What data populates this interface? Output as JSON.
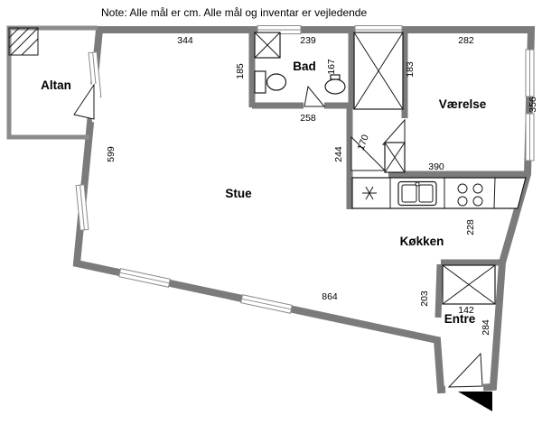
{
  "note": "Note: Alle mål er cm. Alle mål og inventar er vejledende",
  "rooms": {
    "altan": "Altan",
    "bad": "Bad",
    "vaerelse": "Værelse",
    "stue": "Stue",
    "koekken": "Køkken",
    "entre": "Entre"
  },
  "measurements": {
    "stue_top": "344",
    "bad_top": "239",
    "vaerelse_top": "282",
    "bad_left": "185",
    "bad_right": "167",
    "vaerelse_left": "183",
    "vaerelse_right": "356",
    "stue_left": "599",
    "bad_bottom": "258",
    "corridor_left": "244",
    "corridor_door": "170",
    "koekken_top": "390",
    "koekken_right": "228",
    "stue_bottom": "864",
    "entre_left": "203",
    "entre_bottom": "142",
    "entre_right": "284"
  },
  "colors": {
    "wall": "#7b7b7b",
    "fixture": "#1a1a1a",
    "background": "#ffffff"
  }
}
